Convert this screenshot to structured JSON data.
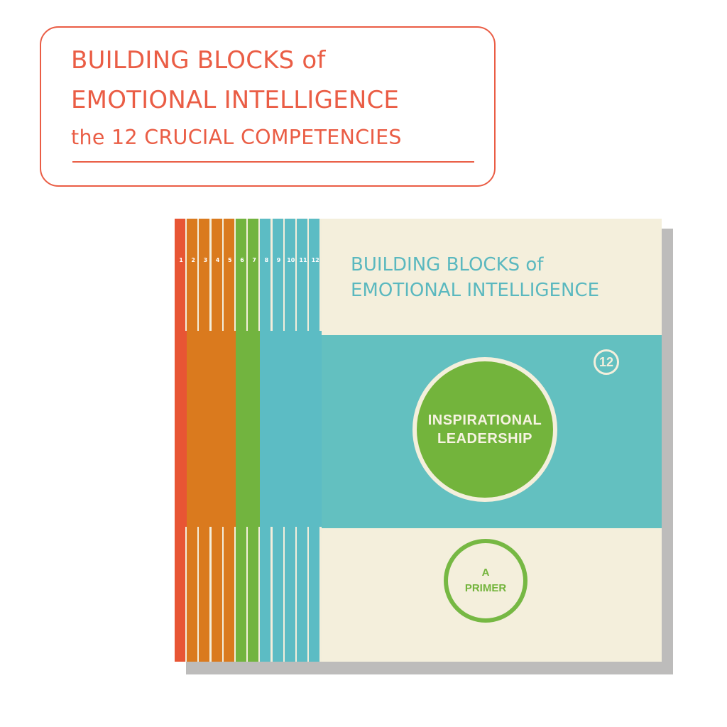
{
  "header": {
    "line1": "BUILDING BLOCKS of",
    "line2": "EMOTIONAL INTELLIGENCE",
    "line3": "the 12 CRUCIAL COMPETENCIES"
  },
  "spines": [
    {
      "number": "1",
      "color": "#e85534"
    },
    {
      "number": "2",
      "color": "#da7a1e"
    },
    {
      "number": "3",
      "color": "#da7a1e"
    },
    {
      "number": "4",
      "color": "#da7a1e"
    },
    {
      "number": "5",
      "color": "#da7a1e"
    },
    {
      "number": "6",
      "color": "#72b43f"
    },
    {
      "number": "7",
      "color": "#72b43f"
    },
    {
      "number": "8",
      "color": "#5cbcc4"
    },
    {
      "number": "9",
      "color": "#5cbcc4"
    },
    {
      "number": "10",
      "color": "#5cbcc4"
    },
    {
      "number": "11",
      "color": "#5cbcc4"
    },
    {
      "number": "12",
      "color": "#5cbcc4"
    }
  ],
  "cover": {
    "title_line1": "BUILDING BLOCKS of",
    "title_line2": "EMOTIONAL INTELLIGENCE",
    "volume_number": "12",
    "topic_line1": "INSPIRATIONAL",
    "topic_line2": "LEADERSHIP",
    "primer_line1": "A",
    "primer_line2": "PRIMER"
  },
  "colors": {
    "accent_red": "#ea5d45",
    "cream": "#f4efdc",
    "teal": "#63c0c0",
    "green": "#73b43c"
  }
}
